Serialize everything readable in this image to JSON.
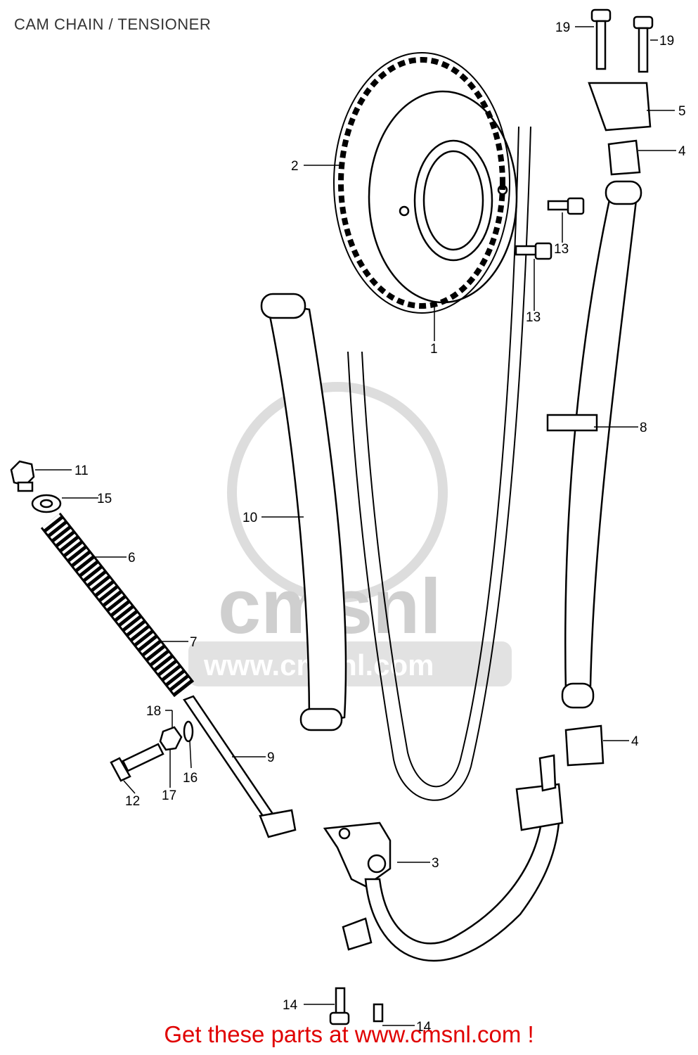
{
  "title": "CAM CHAIN / TENSIONER",
  "footer_text": "Get these parts at www.cmsnl.com !",
  "watermark": {
    "brand": "cmsnl",
    "url": "www.cmsnl.com",
    "color": "#cfcfcf"
  },
  "callouts": [
    {
      "id": "c19a",
      "text": "19"
    },
    {
      "id": "c19b",
      "text": "19"
    },
    {
      "id": "c5",
      "text": "5"
    },
    {
      "id": "c4a",
      "text": "4"
    },
    {
      "id": "c2",
      "text": "2"
    },
    {
      "id": "c13a",
      "text": "13"
    },
    {
      "id": "c13b",
      "text": "13"
    },
    {
      "id": "c1",
      "text": "1"
    },
    {
      "id": "c8",
      "text": "8"
    },
    {
      "id": "c11",
      "text": "11"
    },
    {
      "id": "c15",
      "text": "15"
    },
    {
      "id": "c10",
      "text": "10"
    },
    {
      "id": "c6",
      "text": "6"
    },
    {
      "id": "c7",
      "text": "7"
    },
    {
      "id": "c18",
      "text": "18"
    },
    {
      "id": "c4b",
      "text": "4"
    },
    {
      "id": "c9",
      "text": "9"
    },
    {
      "id": "c16",
      "text": "16"
    },
    {
      "id": "c12",
      "text": "12"
    },
    {
      "id": "c17",
      "text": "17"
    },
    {
      "id": "c3",
      "text": "3"
    },
    {
      "id": "c14a",
      "text": "14"
    },
    {
      "id": "c14b",
      "text": "14"
    }
  ]
}
